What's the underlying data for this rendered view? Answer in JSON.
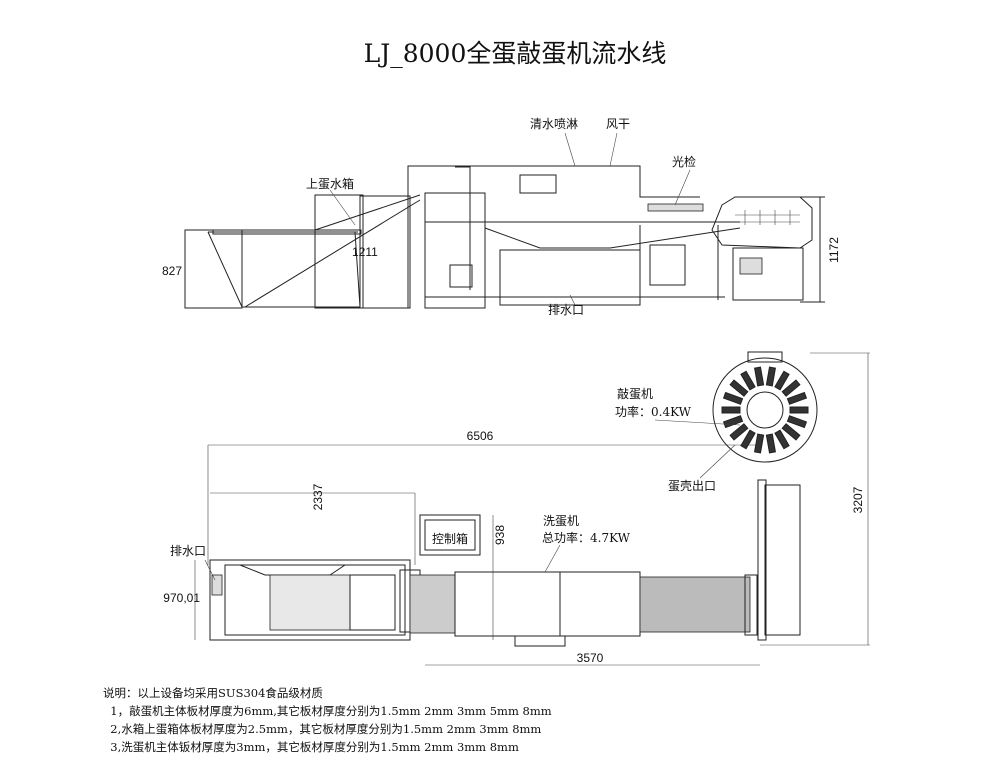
{
  "title": "LJ_8000全蛋敲蛋机流水线",
  "side_view": {
    "labels": {
      "spray": "清水喷淋",
      "air_dry": "风干",
      "light_check": "光检",
      "feed_tank": "上蛋水箱",
      "drain": "排水口"
    },
    "dimensions": {
      "height_left": "827",
      "incline": "1211",
      "height_right": "1172"
    }
  },
  "top_view": {
    "labels": {
      "breaker_name": "敲蛋机",
      "breaker_power": "功率：0.4KW",
      "shell_outlet": "蛋壳出口",
      "washer_name": "洗蛋机",
      "washer_power": "总功率：4.7KW",
      "control_box": "控制箱",
      "drain": "排水口"
    },
    "dimensions": {
      "total_length": "6506",
      "tank_length": "2337",
      "box_offset": "938",
      "tank_width": "970,01",
      "washer_length": "3570",
      "total_width": "3207"
    }
  },
  "notes": [
    "说明：以上设备均采用SUS304食品级材质",
    "  1，敲蛋机主体板材厚度为6mm,其它板材厚度分别为1.5mm 2mm 3mm 5mm 8mm",
    "  2,水箱上蛋箱体板材厚度为2.5mm，其它板材厚度分别为1.5mm 2mm 3mm 8mm",
    "  3,洗蛋机主体钣材厚度为3mm，其它板材厚度分别为1.5mm 2mm 3mm 8mm"
  ]
}
